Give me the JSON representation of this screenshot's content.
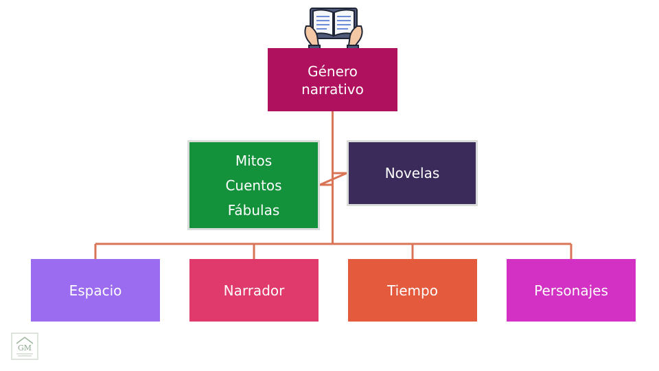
{
  "diagram": {
    "root": {
      "label_line1": "Género",
      "label_line2": "narrativo"
    },
    "level2": {
      "green": {
        "items": [
          "Mitos",
          "Cuentos",
          "Fábulas"
        ]
      },
      "novelas": {
        "label": "Novelas"
      }
    },
    "leaves": [
      {
        "label": "Espacio"
      },
      {
        "label": "Narrador"
      },
      {
        "label": "Tiempo"
      },
      {
        "label": "Personajes"
      }
    ]
  },
  "colors": {
    "root": "#b0115f",
    "green": "#13923b",
    "novelas": "#3a2b5a",
    "espacio": "#9b6cf0",
    "narrador": "#e0396b",
    "tiempo": "#e45a3c",
    "personajes": "#d231c4",
    "connector": "#d97556"
  },
  "icons": {
    "top": "open-book-hands-icon",
    "corner": "logo-icon"
  }
}
